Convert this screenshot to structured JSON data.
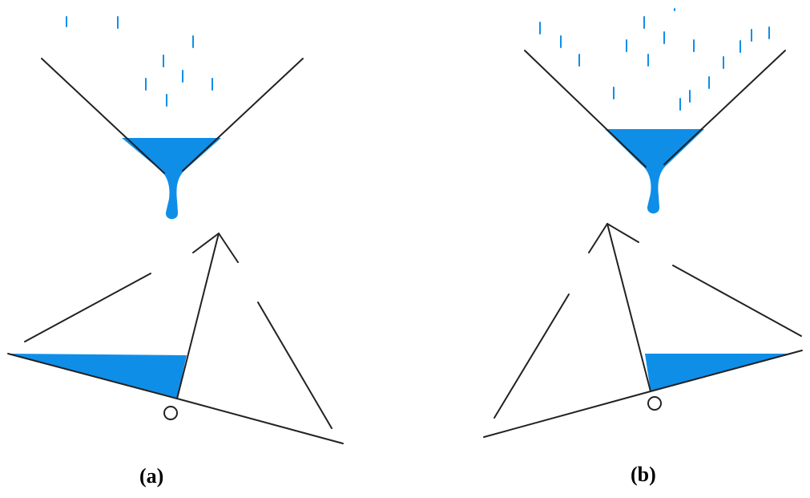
{
  "colors": {
    "water": "#0f8ee8",
    "line": "#222222"
  },
  "panels": [
    {
      "id": "a",
      "caption": "(a)"
    },
    {
      "id": "b",
      "caption": "(b)"
    }
  ]
}
